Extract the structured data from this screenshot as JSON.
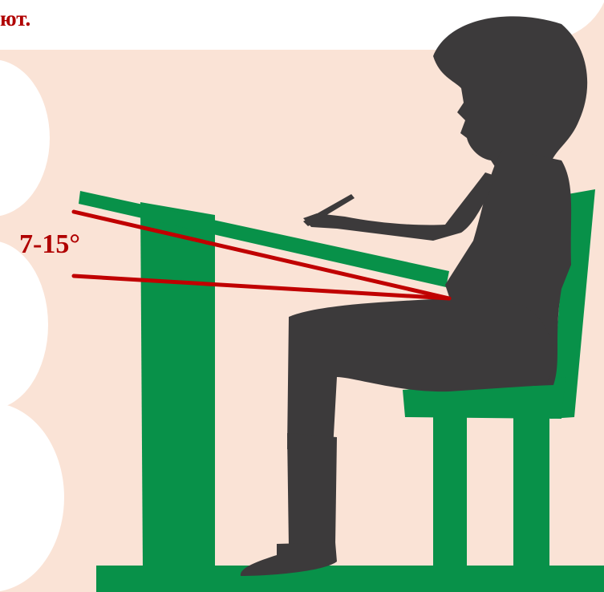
{
  "caption": {
    "text": "ют."
  },
  "angle_label": "7-15°",
  "colors": {
    "background": "#fae3d6",
    "white_shapes": "#ffffff",
    "furniture": "#089149",
    "silhouette": "#3c3a3b",
    "angle_lines": "#c00000",
    "text": "#b00000"
  },
  "icons": {
    "child": "seated-child-silhouette",
    "desk": "slanted-desk",
    "chair": "school-chair"
  }
}
